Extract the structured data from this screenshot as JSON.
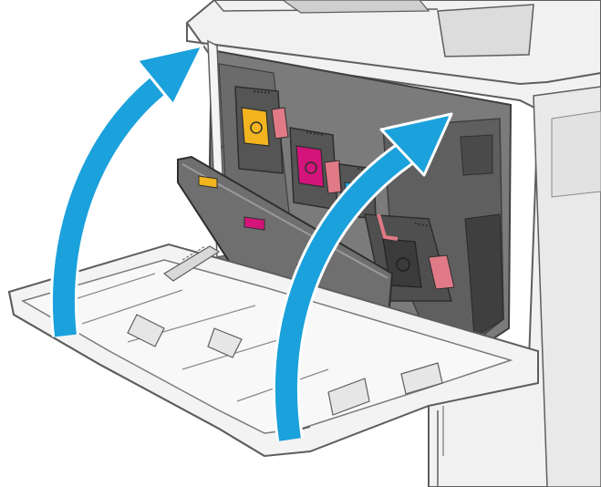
{
  "illustration": {
    "subject": "printer-front-door-open-with-toner-cartridges",
    "arrows": [
      {
        "id": "left",
        "direction": "up",
        "color": "#1ba1dc"
      },
      {
        "id": "right",
        "direction": "up",
        "color": "#1ba1dc"
      }
    ],
    "cartridges": [
      {
        "color": "yellow",
        "hex": "#f2b51f"
      },
      {
        "color": "magenta",
        "hex": "#d4147a"
      },
      {
        "color": "cyan",
        "hex": "#1ba1dc"
      },
      {
        "color": "black",
        "hex": "#3b3b3b"
      }
    ],
    "colors": {
      "body": "#f1f1f1",
      "outline": "#5e5e5e",
      "interior": "#7b7b7b",
      "interior_dark": "#555555",
      "handle": "#e07a86",
      "arrow": "#1ba1dc"
    }
  }
}
